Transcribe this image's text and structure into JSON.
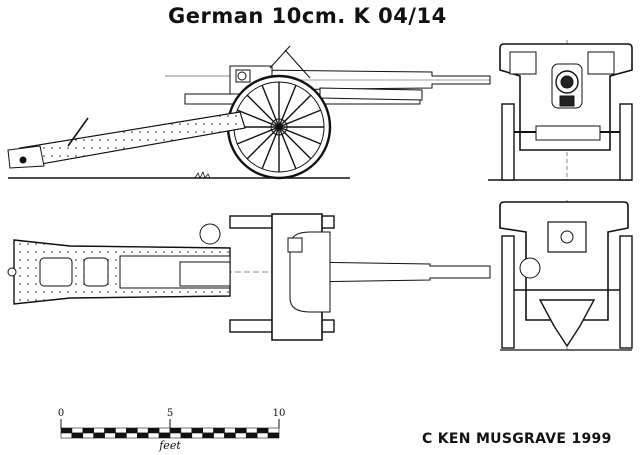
{
  "title": "German 10cm. K 04/14",
  "credit": "C KEN MUSGRAVE 1999",
  "scale_bar": {
    "tick_labels": [
      "0",
      "5",
      "10"
    ],
    "unit": "feet"
  }
}
